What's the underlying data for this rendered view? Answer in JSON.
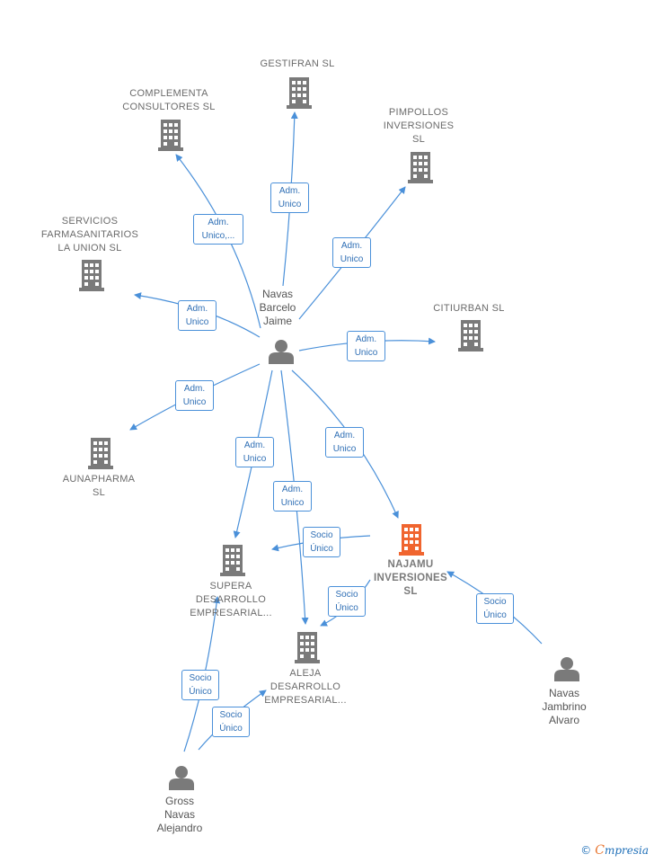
{
  "colors": {
    "edge": "#4a90d9",
    "building": "#7a7a7a",
    "focus_building": "#f0652f",
    "person": "#7a7a7a"
  },
  "companies": {
    "gestifran": "GESTIFRAN SL",
    "complementa": "COMPLEMENTA\nCONSULTORES SL",
    "pimpollos": "PIMPOLLOS\nINVERSIONES\nSL",
    "servicios": "SERVICIOS\nFARMASANITARIOS\nLA UNION  SL",
    "citiurban": "CITIURBAN SL",
    "aunapharma": "AUNAPHARMA\nSL",
    "najamu": "NAJAMU\nINVERSIONES\nSL",
    "supera": "SUPERA\nDESARROLLO\nEMPRESARIAL...",
    "aleja": "ALEJA\nDESARROLLO\nEMPRESARIAL..."
  },
  "persons": {
    "navas_barcelo": "Navas\nBarcelo\nJaime",
    "navas_jambrino": "Navas\nJambrino\nAlvaro",
    "gross": "Gross\nNavas\nAlejandro"
  },
  "edges": {
    "e1": "Adm.\nUnico",
    "e2": "Adm.\nUnico,...",
    "e3": "Adm.\nUnico",
    "e4": "Adm.\nUnico",
    "e5": "Adm.\nUnico",
    "e6": "Adm.\nUnico",
    "e7": "Adm.\nUnico",
    "e8": "Adm.\nUnico",
    "e9": "Adm.\nUnico",
    "e10": "Socio\nÚnico",
    "e11": "Socio\nÚnico",
    "e12": "Socio\nÚnico",
    "e13": "Socio\nÚnico",
    "e14": "Socio\nÚnico"
  },
  "footer": {
    "copyright": "©",
    "brand_first": "C",
    "brand_rest": "mpresia"
  }
}
